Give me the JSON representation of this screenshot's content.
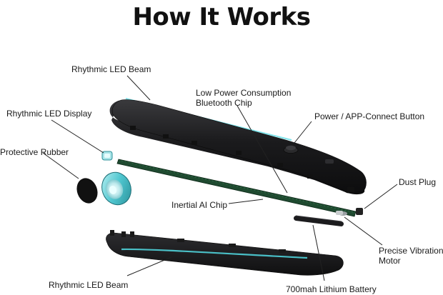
{
  "title": "How It Works",
  "labels": {
    "led_beam_top": "Rhythmic LED Beam",
    "bt_chip_l1": "Low Power Consumption",
    "bt_chip_l2": "Bluetooth Chip",
    "led_display": "Rhythmic LED Display",
    "power_button": "Power / APP-Connect Button",
    "protective_rubber": "Protective Rubber",
    "dust_plug": "Dust Plug",
    "ai_chip": "Inertial AI Chip",
    "vibration_l1": "Precise Vibration",
    "vibration_l2": "Motor",
    "led_beam_bottom": "Rhythmic LED Beam",
    "battery": "700mah Lithium Battery"
  },
  "colors": {
    "body": "#1c1c1e",
    "led": "#4fd1d9",
    "board": "#1f4a30",
    "leader": "#222222"
  }
}
